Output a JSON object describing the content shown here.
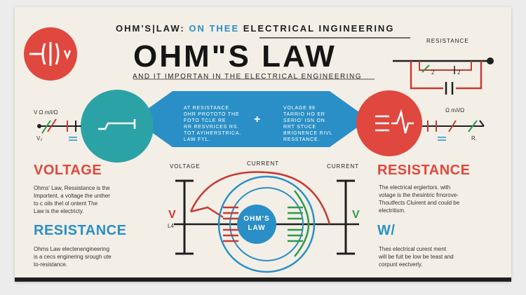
{
  "header": {
    "overline_part1": "OHM'S|LAW:",
    "overline_part2": "ON THEE",
    "overline_part3": "ELECTRICAL INGINEERING",
    "title": "OHM\"S LAW",
    "subtitle": "AND IT IMPORTAN IN THE ELECTRICAL ENGINEERING"
  },
  "top_right_circuit": {
    "label": "RESISTANCE",
    "num_left": "2",
    "num_right": "2"
  },
  "band": {
    "text_left": "AT RESISTANCE\nDHR PROTOTO THE\nFOTO TCLE RE\nRR RESVRICES RS.\nTOT AYIHERSTRICA.\nLAW FYL.",
    "plus": "+",
    "text_right": "VOLAGE 88\nTARRIO HO ER\nSERIO' ISN ON\nRRT STUCE\nBRIGNENCE RIVL\nRESSTANCE."
  },
  "left_wire": {
    "label_top": "V  Ω m/i/Ω",
    "label_bottom": "V₂"
  },
  "right_wire": {
    "label_top": "Ω m/i/Ω",
    "label_bottom": "R."
  },
  "left_column": {
    "voltage_heading": "VOLTAGE",
    "voltage_text": "Ohms' Law, Ressistance is the\nImportent, a voltage the unther\nto c oils thel ol ontent The\nLaw is the electricty.",
    "resistance_heading": "RESISTANCE",
    "resistance_text": "Ohms Law electenengineering\nis a cecs enginering srough ute\nto-resistance."
  },
  "right_column": {
    "resistance_heading": "RESISTANCE",
    "resistance_text": "The electrical ergiertors. with\nvotage is the thesintric frnorove-\nThoutfects Cluirent and could be\nelectritism.",
    "w_heading": "W/",
    "w_text": "Thes electrical curent ment\nwill be fuit be low be teast and\ncorpunt eectverly."
  },
  "diagram": {
    "voltage_label": "VOLTAGE",
    "current_label_1": "CURRENT",
    "current_label_2": "CURRENT",
    "v_left": "V",
    "l4_left": "L4",
    "v_right": "V",
    "center_line1": "OHM'S",
    "center_line2": "LAW"
  },
  "colors": {
    "red": "#e0473e",
    "teal": "#2ba3a6",
    "blue": "#2a8fc6",
    "green": "#2e9a4d",
    "dark": "#1f1f1f",
    "background": "#f3efe6"
  }
}
